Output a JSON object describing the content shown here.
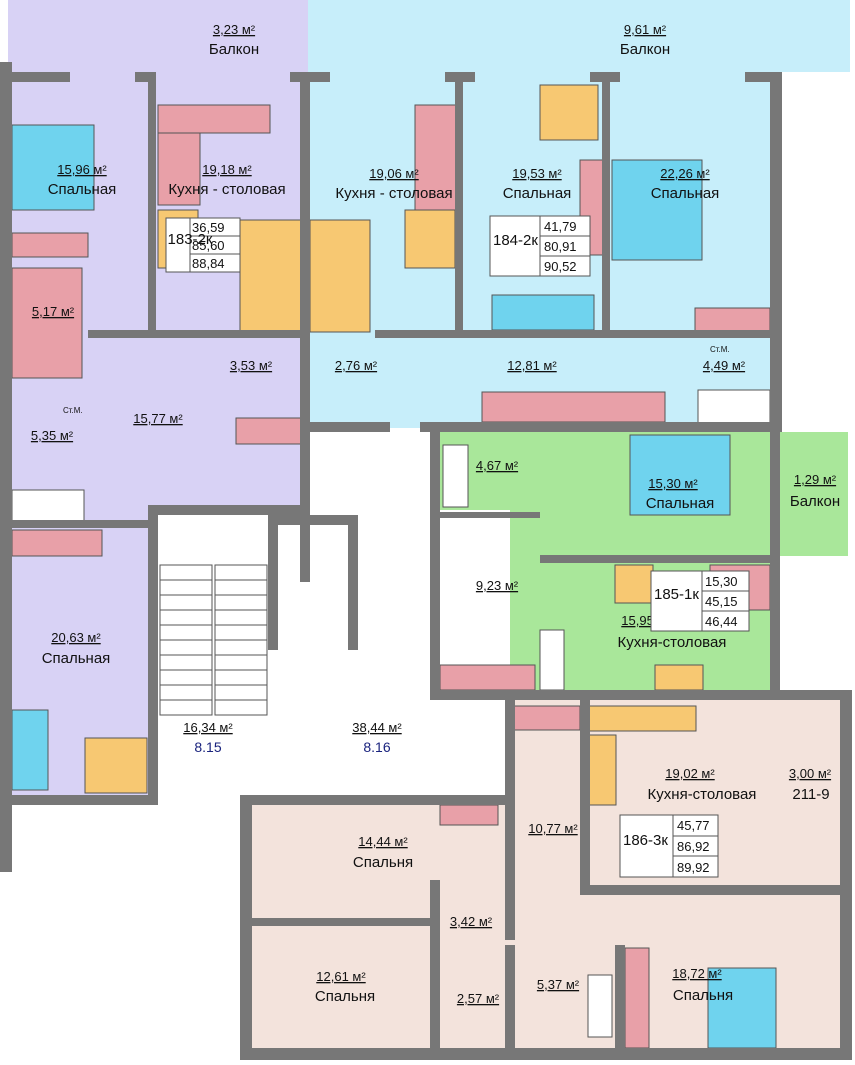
{
  "rooms": [
    {
      "area": "3,23 м²",
      "name": "Балкон"
    },
    {
      "area": "9,61 м²",
      "name": "Балкон"
    },
    {
      "area": "15,96 м²",
      "name": "Спальная"
    },
    {
      "area": "19,18 м²",
      "name": "Кухня - столовая"
    },
    {
      "area": "19,06 м²",
      "name": "Кухня - столовая"
    },
    {
      "area": "19,53 м²",
      "name": "Спальная"
    },
    {
      "area": "22,26 м²",
      "name": "Спальная"
    },
    {
      "area": "5,17 м²"
    },
    {
      "area": "3,53 м²"
    },
    {
      "area": "2,76 м²"
    },
    {
      "area": "12,81 м²"
    },
    {
      "area": "4,49 м²"
    },
    {
      "area": "15,77 м²"
    },
    {
      "area": "5,35 м²"
    },
    {
      "area": "4,67 м²"
    },
    {
      "area": "15,30 м²",
      "name": "Спальная"
    },
    {
      "area": "1,29 м²",
      "name": "Балкон"
    },
    {
      "area": "9,23 м²"
    },
    {
      "area": "15,95 м²",
      "name": "Кухня-столовая"
    },
    {
      "area": "20,63 м²",
      "name": "Спальная"
    },
    {
      "area": "16,34 м²"
    },
    {
      "area": "38,44 м²"
    },
    {
      "area": "19,02 м²",
      "name": "Кухня-столовая"
    },
    {
      "area": "3,00 м²",
      "name": "211-9"
    },
    {
      "area": "10,77 м²"
    },
    {
      "area": "14,44 м²",
      "name": "Спальня"
    },
    {
      "area": "3,42 м²"
    },
    {
      "area": "12,61 м²",
      "name": "Спальня"
    },
    {
      "area": "2,57 м²"
    },
    {
      "area": "5,37 м²"
    },
    {
      "area": "18,72 м²",
      "name": "Спальня"
    }
  ],
  "apartments": [
    {
      "code": "183-2к",
      "values": [
        "36,59",
        "85,60",
        "88,84"
      ]
    },
    {
      "code": "184-2к",
      "values": [
        "41,79",
        "80,91",
        "90,52"
      ]
    },
    {
      "code": "185-1к",
      "values": [
        "15,30",
        "45,15",
        "46,44"
      ]
    },
    {
      "code": "186-3к",
      "values": [
        "45,77",
        "86,92",
        "89,92"
      ]
    }
  ],
  "stair_codes": [
    "8.15",
    "8.16"
  ],
  "wc_tag": "Ст.М.",
  "colors": {
    "apt183": "#d8d2f5",
    "apt184": "#c7eefa",
    "apt185": "#a9e79a",
    "apt186": "#f3e3dc",
    "furniture": "#e8a0a8",
    "table": "#f7c872",
    "bed": "#6fd3ee",
    "wall": "#777777"
  }
}
